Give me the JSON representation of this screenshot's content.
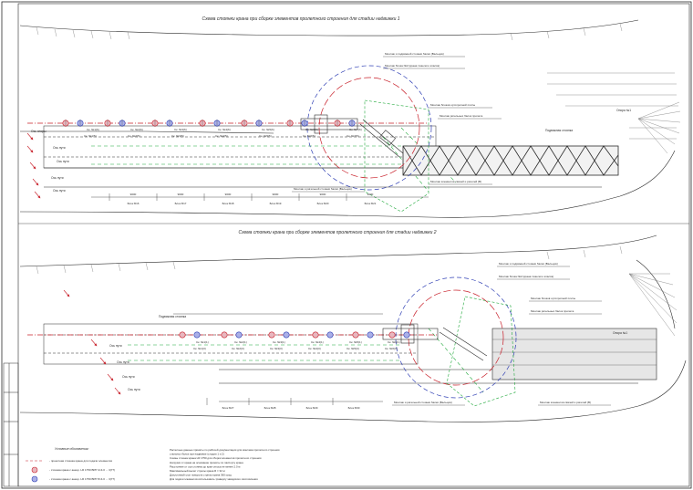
{
  "sheet": {
    "title_top": "Схема стоянки крана при сборке элементов пролетного строения для стадии надвижки 1",
    "title_bottom": "Схема стоянки крана при сборке элементов пролетного строения для стадии надвижки 2"
  },
  "top": {
    "crane_labels": [
      "Ск. №1(6)",
      "Ск. №2(6)",
      "Ск. №3(6)",
      "Ск. №4(6)",
      "Ск. №5(6)",
      "Ск. №6(6)",
      "Ск. №7(6)"
    ],
    "support_labels": [
      "Ск. №1(5)",
      "Ск. №2(5)",
      "Ск. №3(5)",
      "Ск. №4(5)",
      "Ск. №5(5)",
      "Ск. №6(5)",
      "Ск. №7(5)"
    ],
    "block_labels": [
      "Блок Б16",
      "Блок Б17",
      "Блок Б18",
      "Блок Б19",
      "Блок Б20",
      "Блок Б21"
    ],
    "dims": [
      "9000",
      "9000",
      "9000",
      "9000",
      "9000",
      "9000"
    ],
    "notes": [
      "Монтаж и подвижной стоянки балки (Вальцов)",
      "Монтаж блока №2 (крана тяжелого класса)",
      "Монтаж блоков ортотропной плиты",
      "Монтаж ригельных балок пролета",
      "Монтаж и ригельной стоянки балки (Вальцов)",
      "Монтаж элементов связей и ригелей (В)"
    ],
    "side_labels": [
      "Ось пути",
      "Ось пути",
      "Ось пути",
      "Ось пути",
      "Ось опоры"
    ],
    "right_labels": [
      "Подвижная стоянка",
      "Опора №1"
    ]
  },
  "bottom": {
    "crane_labels": [
      "Ск. №1(1)",
      "Ск. №2(1)",
      "Ск. №3(1)",
      "Ск. №4(1)",
      "Ск. №5(1)",
      "Ск. №6(1)"
    ],
    "support_labels": [
      "Ск. №1(3)",
      "Ск. №2(3)",
      "Ск. №3(3)",
      "Ск. №4(3)",
      "Ск. №5(3)",
      "Ск. №6(3)"
    ],
    "block_labels": [
      "Блок Б27",
      "Блок Б28",
      "Блок Б29",
      "Блок Б30"
    ],
    "notes": [
      "Монтаж и подвижной стоянки балки (Вальцов)",
      "Монтаж блока №2 (крана тяжелого класса)",
      "Монтаж блоков ортотропной плиты",
      "Монтаж ригельных балок пролета",
      "Монтаж и ригельной стоянки балки (Вальцов)",
      "Монтаж элементов связей и ригелей (В)"
    ],
    "side_labels": [
      "Ось пути",
      "Ось пути",
      "Ось пути",
      "Ось пути"
    ],
    "right_labels": [
      "Подвижная стоянка",
      "Опора №1"
    ]
  },
  "legend": {
    "title": "Условные обозначения:",
    "items": [
      "- проектная стоянка крана для подачи элементов",
      "- стоянка крана с анкер. LR 1750 ВРР 4×4.0 ... 3(77)",
      "- стоянка крана с анкер. LR 1750 ВРР 8×4.0 ... 3(77)"
    ]
  },
  "notes_bottom": [
    "Расчетные данные приняты по рабочей документации для монтажа пролетного строения",
    "стальных балок при надвижке (стадии 1 и 2)",
    "Схемы стоянок крана LR 1750 для сборки элементов пролетного строения",
    "Нагрузки от крана на основание приняты по паспорту крана",
    "Расстояние от оси стоянки до края откоса не менее 2.0 м",
    "Максимальный вылет стрелы крана R = 32 м",
    "Допустимый угол поворота стрелы крана 360 град",
    "Для подачи элементов использовать траверсу заводского изготовления"
  ],
  "colors": {
    "line": "#2b2b2b",
    "thin": "#7a7a7a",
    "red": "#c8202a",
    "blue": "#2f3fb4",
    "green": "#1fa83a",
    "crane_fill_red": "#e8b7bf",
    "crane_fill_blue": "#aab0e8"
  }
}
